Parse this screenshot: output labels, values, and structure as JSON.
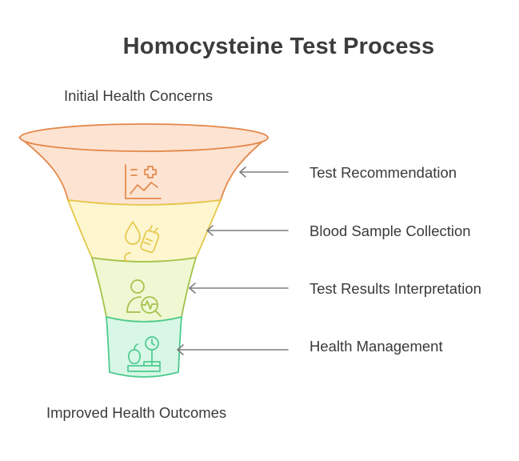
{
  "title": "Homocysteine Test Process",
  "top_label": "Initial Health Concerns",
  "bottom_label": "Improved Health Outcomes",
  "stages": [
    {
      "label": "Test Recommendation",
      "icon": "medical-chart-icon",
      "fill": "#fde3d2",
      "stroke": "#e3884a"
    },
    {
      "label": "Blood Sample Collection",
      "icon": "blood-sample-icon",
      "fill": "#fdf6cf",
      "stroke": "#e6c84a"
    },
    {
      "label": "Test Results Interpretation",
      "icon": "result-analysis-icon",
      "fill": "#eff7d3",
      "stroke": "#a3c24a"
    },
    {
      "label": "Health Management",
      "icon": "health-scale-icon",
      "fill": "#d8f7e7",
      "stroke": "#4ccb8e"
    }
  ],
  "colors": {
    "arrow": "#7d7d7d",
    "text": "#3a3a3a"
  }
}
